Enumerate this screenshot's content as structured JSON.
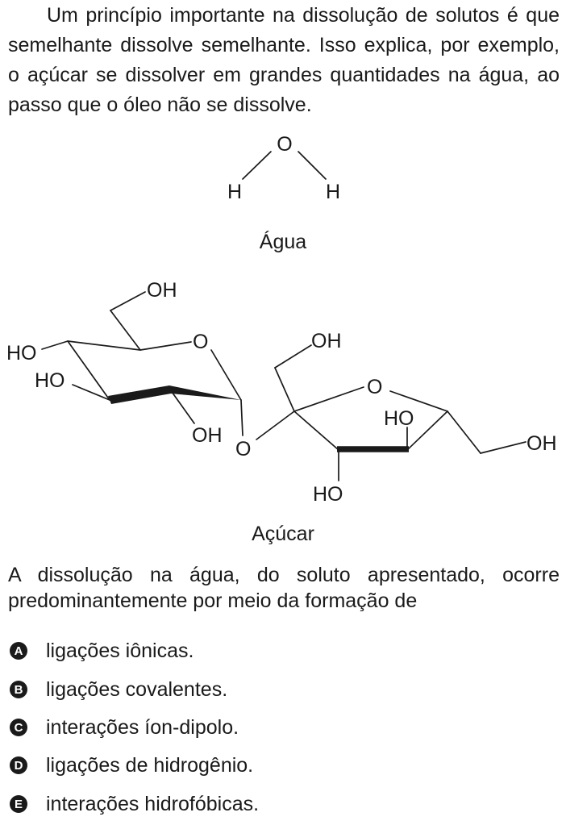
{
  "intro": "Um princípio importante na dissolução de solutos é que semelhante dissolve semelhante. Isso explica, por exemplo, o açúcar se dissolver em grandes quantidades na água, ao passo que o óleo não se dissolve.",
  "water": {
    "atoms": {
      "o": "O",
      "h1": "H",
      "h2": "H"
    },
    "caption": "Água"
  },
  "sugar": {
    "labels": {
      "oh_top": "OH",
      "ho_left": "HO",
      "ho_left2": "HO",
      "ring_o1": "O",
      "oh_bottom1": "OH",
      "bridge_o": "O",
      "oh_mid": "OH",
      "ring_o2": "O",
      "ho_inner": "HO",
      "oh_right": "OH",
      "ho_bottom": "HO"
    },
    "caption": "Açúcar"
  },
  "question": "A dissolução na água, do soluto apresentado, ocorre predominantemente por meio da formação de",
  "options": [
    {
      "letter": "A",
      "text": "ligações iônicas."
    },
    {
      "letter": "B",
      "text": "ligações covalentes."
    },
    {
      "letter": "C",
      "text": "interações íon-dipolo."
    },
    {
      "letter": "D",
      "text": "ligações de hidrogênio."
    },
    {
      "letter": "E",
      "text": "interações hidrofóbicas."
    }
  ]
}
